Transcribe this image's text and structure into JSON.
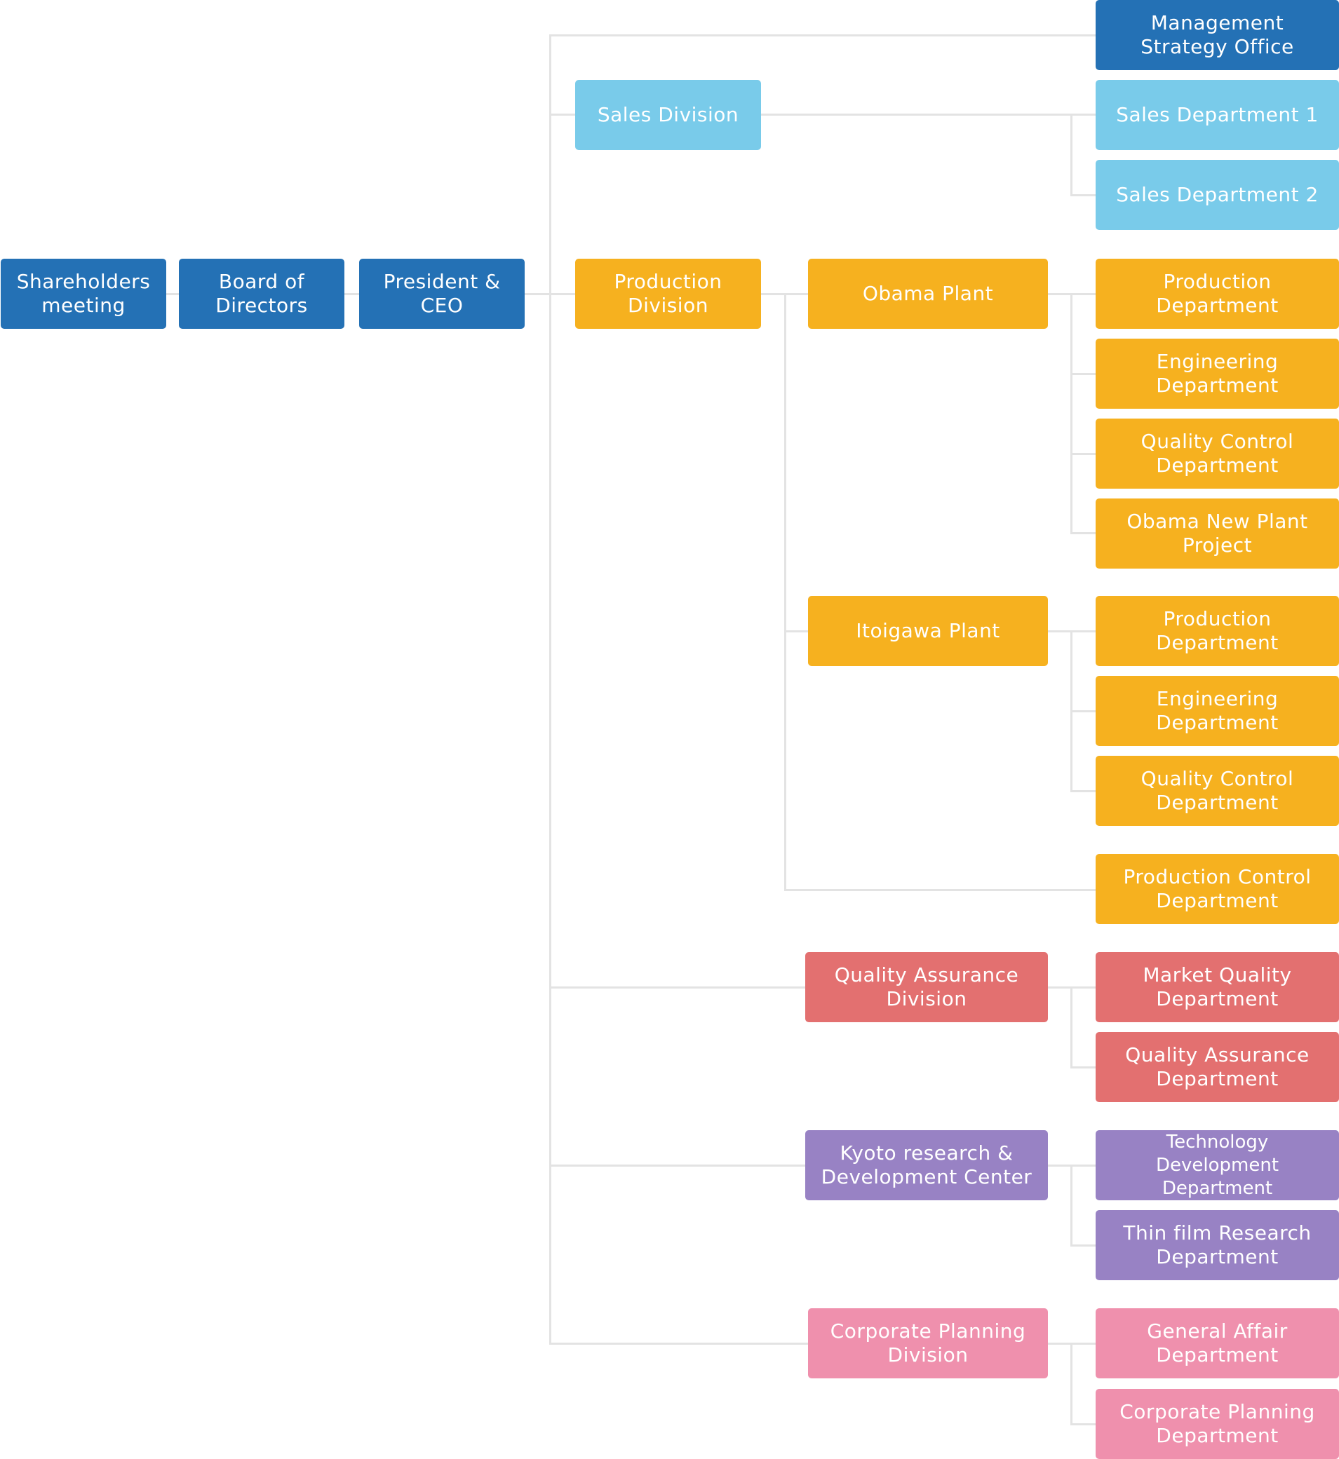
{
  "colors": {
    "blue": "#2471b5",
    "sky": "#79cbea",
    "orange": "#f6b11f",
    "red": "#e37070",
    "purple": "#9882c4",
    "pink": "#ef90ad",
    "connector": "#e3e3e3"
  },
  "top": {
    "shareholders": "Shareholders\nmeeting",
    "board": "Board of\nDirectors",
    "president": "President &\nCEO"
  },
  "management": {
    "strategy_office": "Management\nStrategy Office"
  },
  "sales": {
    "division": "Sales Division",
    "departments": [
      "Sales Department 1",
      "Sales Department 2"
    ]
  },
  "production": {
    "division": "Production\nDivision",
    "obama": {
      "plant": "Obama Plant",
      "departments": [
        "Production\nDepartment",
        "Engineering\nDepartment",
        "Quality Control\nDepartment",
        "Obama New Plant\nProject"
      ]
    },
    "itoigawa": {
      "plant": "Itoigawa Plant",
      "departments": [
        "Production\nDepartment",
        "Engineering\nDepartment",
        "Quality Control\nDepartment"
      ]
    },
    "control_department": "Production Control\nDepartment"
  },
  "quality_assurance": {
    "division": "Quality Assurance\nDivision",
    "departments": [
      "Market Quality\nDepartment",
      "Quality Assurance\nDepartment"
    ]
  },
  "kyoto": {
    "center": "Kyoto research &\nDevelopment Center",
    "departments": [
      "Technology Development\nDepartment",
      "Thin film Research\nDepartment"
    ]
  },
  "corporate": {
    "division": "Corporate Planning\nDivision",
    "departments": [
      "General Affair\nDepartment",
      "Corporate Planning\nDepartment"
    ]
  }
}
